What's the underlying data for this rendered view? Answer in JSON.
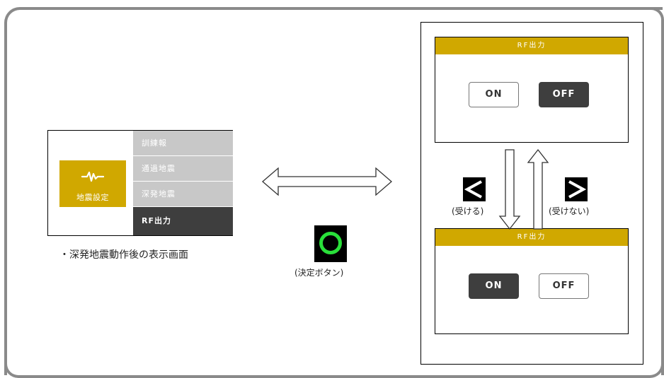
{
  "settings_panel": {
    "category_label": "地震設定",
    "category_icon": "seismic-wave-icon",
    "menu_items": [
      "訓練報",
      "通過地震",
      "深発地震",
      "RF出力"
    ],
    "active_item": "RF出力",
    "caption": "・深発地震動作後の表示画面"
  },
  "enter_key": {
    "caption": "(決定ボタン)",
    "icon": "circle-icon",
    "color": "#29e03a"
  },
  "screen_top": {
    "title": "RF出力",
    "on_label": "ON",
    "off_label": "OFF",
    "selected": "OFF"
  },
  "screen_bottom": {
    "title": "RF出力",
    "on_label": "ON",
    "off_label": "OFF",
    "selected": "ON"
  },
  "left_key": {
    "glyph": "<",
    "caption": "(受ける)"
  },
  "right_key": {
    "glyph": ">",
    "caption": "(受けない)"
  },
  "colors": {
    "accent": "#d0a800",
    "selected": "#3e3e3e",
    "menu": "#c8c8c8",
    "frame": "#8a8a8a"
  }
}
